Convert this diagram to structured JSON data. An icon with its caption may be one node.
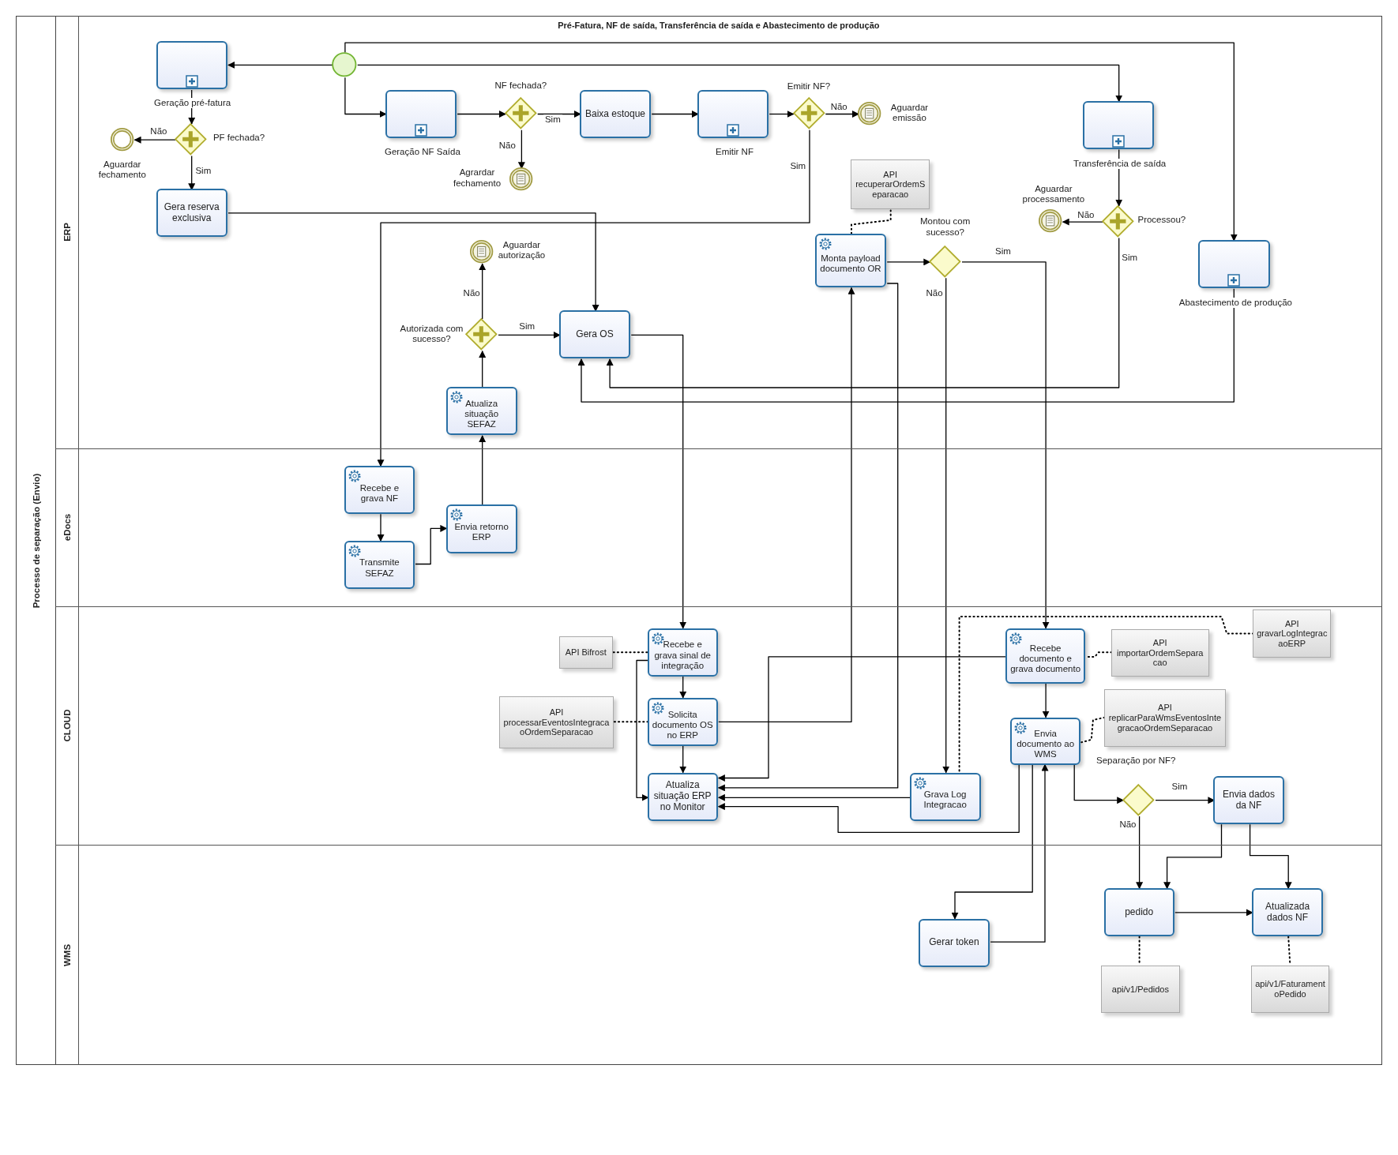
{
  "diagram": {
    "title": "Pré-Fatura, NF de saída, Transferência de saída e Abastecimento de produção",
    "nodes": [
      {
        "text": [
          "Processo de separação (Envio)"
        ]
      },
      {
        "text": [
          "ERP"
        ],
        "in": 0
      },
      {
        "text": [
          "eDocs"
        ],
        "in": 0
      },
      {
        "text": [
          "CLOUD"
        ],
        "in": 0
      },
      {
        "text": [
          "WMS"
        ],
        "in": 0
      },
      {
        "text": [],
        "shape": "circle",
        "in": 1
      },
      {
        "text": [
          "Geração pré-fatura"
        ],
        "in": 1
      },
      {
        "text": [
          "PF fechada?"
        ],
        "in": 1
      },
      {
        "text": [
          "Aguardar fechamento"
        ],
        "in": 1
      },
      {
        "text": [
          "Gera reserva exclusiva"
        ],
        "in": 1
      },
      {
        "text": [
          "Geração NF Saída"
        ],
        "in": 1
      },
      {
        "text": [
          "NF fechada?"
        ],
        "in": 1
      },
      {
        "text": [
          "Agrardar fechamento"
        ],
        "in": 1
      },
      {
        "text": [
          "Baixa estoque"
        ],
        "in": 1
      },
      {
        "text": [
          "Emitir NF"
        ],
        "in": 1
      },
      {
        "text": [
          "Emitir NF?"
        ],
        "in": 1
      },
      {
        "text": [
          "Aguardar emissão"
        ],
        "in": 1
      },
      {
        "text": [
          "Transferência de saída"
        ],
        "in": 1
      },
      {
        "text": [
          "API recuperarOrdemSeparacao"
        ],
        "in": 1
      },
      {
        "text": [
          "Monta payload documento OR"
        ],
        "in": 1
      },
      {
        "text": [
          "Montou com sucesso?"
        ],
        "in": 1
      },
      {
        "text": [
          "Processou?"
        ],
        "in": 1
      },
      {
        "text": [
          "Aguardar processamento"
        ],
        "in": 1
      },
      {
        "text": [
          "Abastecimento de produção"
        ],
        "in": 1
      },
      {
        "text": [
          "Aguardar autorização"
        ],
        "in": 1
      },
      {
        "text": [
          "Autorizada com sucesso?"
        ],
        "in": 1
      },
      {
        "text": [
          "Gera OS"
        ],
        "in": 1
      },
      {
        "text": [
          "Atualiza situação SEFAZ"
        ],
        "in": 1
      },
      {
        "text": [
          "Recebe e grava NF"
        ],
        "in": 2
      },
      {
        "text": [
          "Envia retorno ERP"
        ],
        "in": 2
      },
      {
        "text": [
          "Transmite SEFAZ"
        ],
        "in": 2
      },
      {
        "text": [
          "API Bifrost"
        ],
        "in": 3
      },
      {
        "text": [
          "Recebe e grava sinal de integração"
        ],
        "in": 3
      },
      {
        "text": [
          "API gravarLogIntegracaoERP"
        ],
        "in": 3
      },
      {
        "text": [
          "Recebe documento e grava documento"
        ],
        "in": 3
      },
      {
        "text": [
          "API importarOrdemSeparacao"
        ],
        "in": 3
      },
      {
        "text": [
          "API processarEventosIntegracaoOrdemSeparacao"
        ],
        "in": 3
      },
      {
        "text": [
          "Solicita documento OS no ERP"
        ],
        "in": 3
      },
      {
        "text": [
          "API replicarParaWmsEventosIntegracaoOrdemSeparacao"
        ],
        "in": 3
      },
      {
        "text": [
          "Envia documento ao WMS"
        ],
        "in": 3
      },
      {
        "text": [
          "Separação por NF?"
        ],
        "in": 3
      },
      {
        "text": [
          "Envia dados da NF"
        ],
        "in": 3
      },
      {
        "text": [
          "Atualiza situação ERP no Monitor"
        ],
        "in": 3
      },
      {
        "text": [
          "Grava Log Integracao"
        ],
        "in": 3
      },
      {
        "text": [
          "Gerar token"
        ],
        "in": 4
      },
      {
        "text": [
          "pedido"
        ],
        "in": 4
      },
      {
        "text": [
          "Atualizada dados NF"
        ],
        "in": 4
      },
      {
        "text": [
          "api/v1/Pedidos"
        ],
        "in": 4
      },
      {
        "text": [
          "api/v1/FaturamentoPedido"
        ],
        "in": 4
      }
    ],
    "edges": [
      {
        "from": 5,
        "to": 6,
        "arrow": "to"
      },
      {
        "from": 5,
        "to": 10,
        "arrow": "to"
      },
      {
        "from": 5,
        "to": 17,
        "arrow": "to"
      },
      {
        "from": 5,
        "to": 23,
        "arrow": "to"
      },
      {
        "from": 6,
        "to": 7,
        "arrow": "to"
      },
      {
        "from": 7,
        "to": 8,
        "arrow": "to",
        "label": "Não"
      },
      {
        "from": 7,
        "to": 9,
        "arrow": "to",
        "label": "Sim"
      },
      {
        "from": 9,
        "to": 26,
        "arrow": "to"
      },
      {
        "from": 10,
        "to": 11,
        "arrow": "to"
      },
      {
        "from": 11,
        "to": 13,
        "arrow": "to",
        "label": "Sim"
      },
      {
        "from": 11,
        "to": 12,
        "arrow": "to",
        "label": "Não"
      },
      {
        "from": 13,
        "to": 14,
        "arrow": "to"
      },
      {
        "from": 14,
        "to": 15,
        "arrow": "to"
      },
      {
        "from": 15,
        "to": 16,
        "arrow": "to",
        "label": "Não"
      },
      {
        "from": 15,
        "to": 28,
        "arrow": "to",
        "label": "Sim"
      },
      {
        "from": 17,
        "to": 21,
        "arrow": "to"
      },
      {
        "from": 21,
        "to": 22,
        "arrow": "to",
        "label": "Não"
      },
      {
        "from": 21,
        "to": 26,
        "arrow": "to",
        "label": "Sim"
      },
      {
        "from": 23,
        "to": 26,
        "arrow": "to"
      },
      {
        "from": 18,
        "to": 19,
        "arrow": "none",
        "style": "dashed"
      },
      {
        "from": 19,
        "to": 20,
        "arrow": "to"
      },
      {
        "from": 20,
        "to": 34,
        "arrow": "to",
        "label": "Sim"
      },
      {
        "from": 20,
        "to": 43,
        "arrow": "to",
        "label": "Não"
      },
      {
        "from": 19,
        "to": 42,
        "arrow": "to"
      },
      {
        "from": 26,
        "to": 32,
        "arrow": "to"
      },
      {
        "from": 27,
        "to": 25,
        "arrow": "to"
      },
      {
        "from": 25,
        "to": 24,
        "arrow": "to",
        "label": "Não"
      },
      {
        "from": 25,
        "to": 26,
        "arrow": "to",
        "label": "Sim"
      },
      {
        "from": 28,
        "to": 30,
        "arrow": "to"
      },
      {
        "from": 30,
        "to": 29,
        "arrow": "to"
      },
      {
        "from": 29,
        "to": 27,
        "arrow": "to"
      },
      {
        "from": 31,
        "to": 32,
        "arrow": "none",
        "style": "dashed"
      },
      {
        "from": 32,
        "to": 37,
        "arrow": "to"
      },
      {
        "from": 32,
        "to": 42,
        "arrow": "to"
      },
      {
        "from": 36,
        "to": 37,
        "arrow": "none",
        "style": "dashed"
      },
      {
        "from": 37,
        "to": 42,
        "arrow": "to"
      },
      {
        "from": 37,
        "to": 19,
        "arrow": "to"
      },
      {
        "from": 34,
        "to": 39,
        "arrow": "to"
      },
      {
        "from": 35,
        "to": 34,
        "arrow": "none",
        "style": "dashed"
      },
      {
        "from": 33,
        "to": 43,
        "arrow": "none",
        "style": "dashed"
      },
      {
        "from": 38,
        "to": 39,
        "arrow": "none",
        "style": "dashed"
      },
      {
        "from": 39,
        "to": 40,
        "arrow": "to"
      },
      {
        "from": 40,
        "to": 41,
        "arrow": "to",
        "label": "Sim"
      },
      {
        "from": 40,
        "to": 45,
        "arrow": "to",
        "label": "Não"
      },
      {
        "from": 41,
        "to": 45,
        "arrow": "to"
      },
      {
        "from": 41,
        "to": 46,
        "arrow": "to"
      },
      {
        "from": 45,
        "to": 46,
        "arrow": "to"
      },
      {
        "from": 39,
        "to": 44,
        "arrow": "to"
      },
      {
        "from": 44,
        "to": 39,
        "arrow": "to"
      },
      {
        "from": 45,
        "to": 47,
        "arrow": "none",
        "style": "dashed"
      },
      {
        "from": 46,
        "to": 48,
        "arrow": "none",
        "style": "dashed"
      },
      {
        "from": 34,
        "to": 42,
        "arrow": "to"
      },
      {
        "from": 43,
        "to": 42,
        "arrow": "to"
      },
      {
        "from": 39,
        "to": 42,
        "arrow": "to"
      }
    ]
  }
}
